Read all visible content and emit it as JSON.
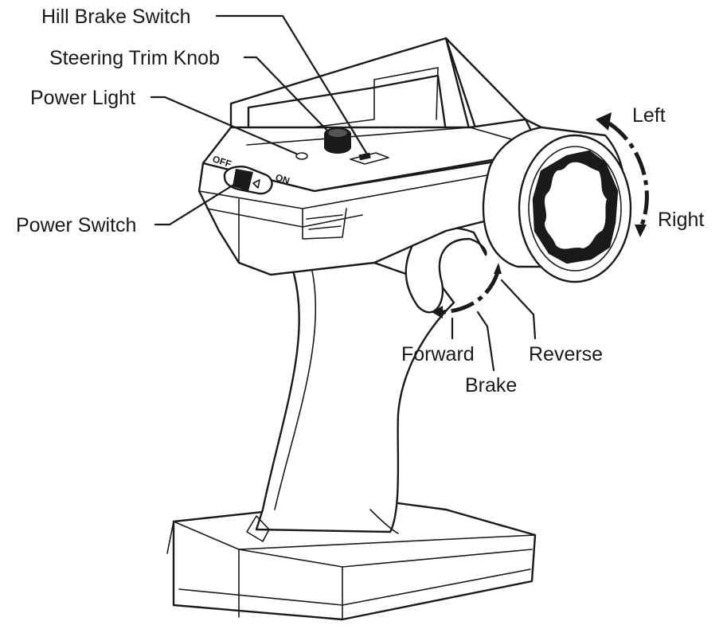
{
  "labels": {
    "hill_brake_switch": "Hill Brake Switch",
    "steering_trim_knob": "Steering Trim Knob",
    "power_light": "Power Light",
    "power_switch": "Power Switch",
    "left": "Left",
    "right": "Right",
    "forward": "Forward",
    "brake": "Brake",
    "reverse": "Reverse"
  },
  "device_markings": {
    "off": "OFF",
    "on": "ON"
  },
  "colors": {
    "ink": "#1a1a1a",
    "background": "#ffffff"
  }
}
